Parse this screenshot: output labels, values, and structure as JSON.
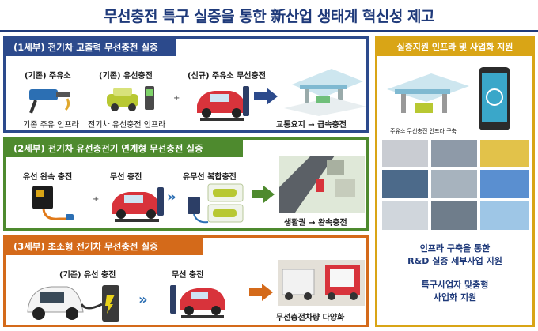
{
  "title": "무선충전 특구 실증을 통한 新산업 생태계 혁신성 제고",
  "panel1": {
    "header": "(1세부) 전기차 고출력 무선충전 실증",
    "col1_top": "(기존) 주유소",
    "col1_bottom": "기존 주유 인프라",
    "col2_top": "(기존) 유선충전",
    "col2_bottom": "전기차 유선충전 인프라",
    "col3_top": "(신규) 주유소",
    "col3_top_b": "무선충전",
    "plus": "+",
    "result": "교통요지 → 급속충전"
  },
  "panel2": {
    "header": "(2세부) 전기차 유선충전기 연계형 무선충전 실증",
    "col1": "유선 완속 충전",
    "col2": "무선 충전",
    "col3": "유무선 복합충전",
    "plus": "+",
    "result": "생활권 → 완속충전"
  },
  "panel3": {
    "header": "(3세부) 초소형 전기차 무선충전 실증",
    "col1": "(기존) 유선 충전",
    "col2": "무선 충전",
    "result": "무선충전차량 다양화"
  },
  "panel4": {
    "header": "실증지원 인프라 및 사업화 지원",
    "caption1": "주유소 무선충전 인프라 구축",
    "text1_l1": "인프라 구축을 통한",
    "text1_l2": "R&D 실증 세부사업 지원",
    "text2_l1": "특구사업자 맞춤형",
    "text2_l2": "사업화 지원"
  },
  "colors": {
    "navy": "#2c4a8c",
    "green": "#4e8a2e",
    "orange": "#d46a1a",
    "gold": "#d9a516"
  }
}
